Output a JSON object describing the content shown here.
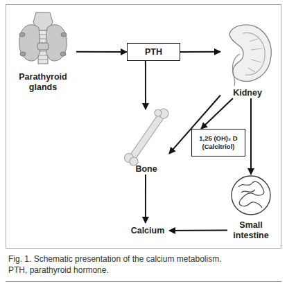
{
  "diagram": {
    "caption": "Fig. 1. Schematic presentation of the calcium metabolism. PTH, parathyroid hormone.",
    "nodes": [
      {
        "text": [
          "Parathyroid glands"
        ]
      },
      {
        "text": [
          "PTH"
        ]
      },
      {
        "text": [
          "Kidney"
        ]
      },
      {
        "text": [
          "Bone"
        ]
      },
      {
        "text": [
          "1,25 (OH)₂ D",
          "(Calcitriol)"
        ]
      },
      {
        "text": [
          "Small intestine"
        ]
      },
      {
        "text": [
          "Calcium"
        ]
      }
    ],
    "edges": [
      {
        "from": 0,
        "to": 1,
        "arrow": "to"
      },
      {
        "from": 1,
        "to": 2,
        "arrow": "to"
      },
      {
        "from": 1,
        "to": 3,
        "arrow": "to"
      },
      {
        "from": 2,
        "to": 3,
        "arrow": "to"
      },
      {
        "from": 2,
        "to": 4,
        "arrow": "to"
      },
      {
        "from": 2,
        "to": 5,
        "arrow": "to"
      },
      {
        "from": 3,
        "to": 6,
        "arrow": "to"
      },
      {
        "from": 5,
        "to": 6,
        "arrow": "to"
      }
    ]
  }
}
